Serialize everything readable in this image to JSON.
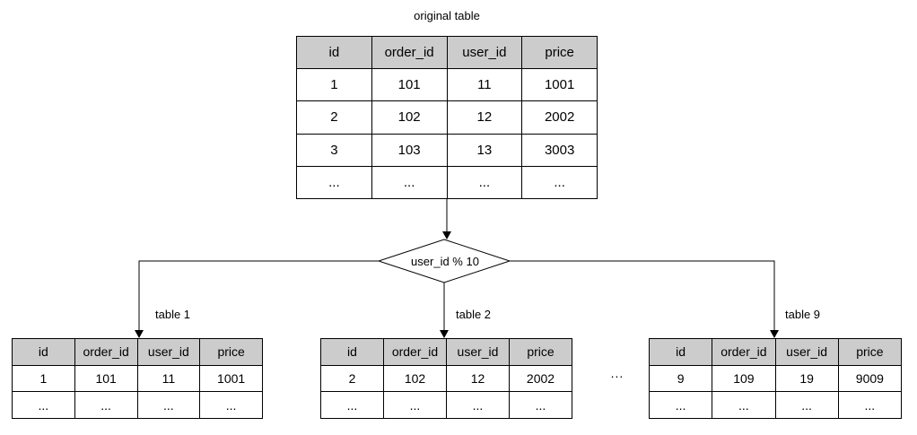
{
  "original_table": {
    "title": "original table",
    "headers": [
      "id",
      "order_id",
      "user_id",
      "price"
    ],
    "rows": [
      [
        "1",
        "101",
        "11",
        "1001"
      ],
      [
        "2",
        "102",
        "12",
        "2002"
      ],
      [
        "3",
        "103",
        "13",
        "3003"
      ],
      [
        "...",
        "...",
        "...",
        "..."
      ]
    ]
  },
  "decision": {
    "label": "user_id % 10"
  },
  "shards": [
    {
      "title": "table 1",
      "headers": [
        "id",
        "order_id",
        "user_id",
        "price"
      ],
      "rows": [
        [
          "1",
          "101",
          "11",
          "1001"
        ],
        [
          "...",
          "...",
          "...",
          "..."
        ]
      ]
    },
    {
      "title": "table 2",
      "headers": [
        "id",
        "order_id",
        "user_id",
        "price"
      ],
      "rows": [
        [
          "2",
          "102",
          "12",
          "2002"
        ],
        [
          "...",
          "...",
          "...",
          "..."
        ]
      ]
    },
    {
      "title": "table 9",
      "headers": [
        "id",
        "order_id",
        "user_id",
        "price"
      ],
      "rows": [
        [
          "9",
          "109",
          "19",
          "9009"
        ],
        [
          "...",
          "...",
          "...",
          "..."
        ]
      ]
    }
  ],
  "ellipsis_label": "...",
  "colors": {
    "header_bg": "#cccccc",
    "border": "#000000",
    "connector": "#000000",
    "background": "#ffffff",
    "text": "#000000"
  }
}
